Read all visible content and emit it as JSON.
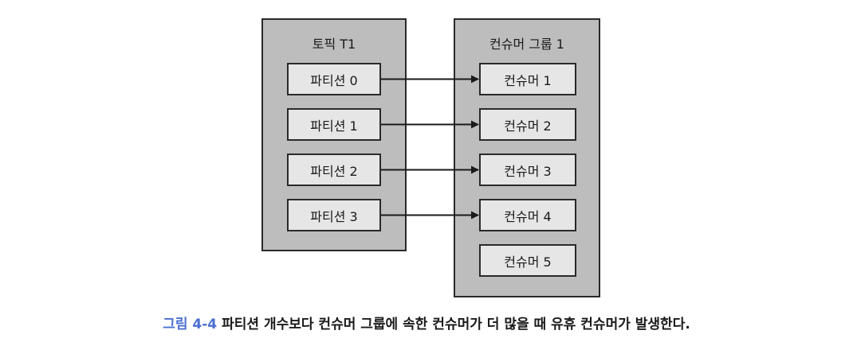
{
  "topic": {
    "title": "토픽 T1",
    "partitions": [
      "파티션 0",
      "파티션 1",
      "파티션 2",
      "파티션 3"
    ]
  },
  "consumer_group": {
    "title": "컨슈머 그룹 1",
    "consumers": [
      "컨슈머 1",
      "컨슈머 2",
      "컨슈머 3",
      "컨슈머 4",
      "컨슈머 5"
    ]
  },
  "assignments": [
    {
      "from": 0,
      "to": 0
    },
    {
      "from": 1,
      "to": 1
    },
    {
      "from": 2,
      "to": 2
    },
    {
      "from": 3,
      "to": 3
    }
  ],
  "caption": {
    "figure_number": "그림 4-4",
    "text": "파티션 개수보다 컨슈머 그룹에 속한 컨슈머가 더 많을 때 유휴 컨슈머가 발생한다."
  },
  "colors": {
    "group_fill": "#bdbdbd",
    "node_fill": "#e6e6e6",
    "border": "#2a2a2a",
    "figure_number": "#4a6fd1"
  }
}
